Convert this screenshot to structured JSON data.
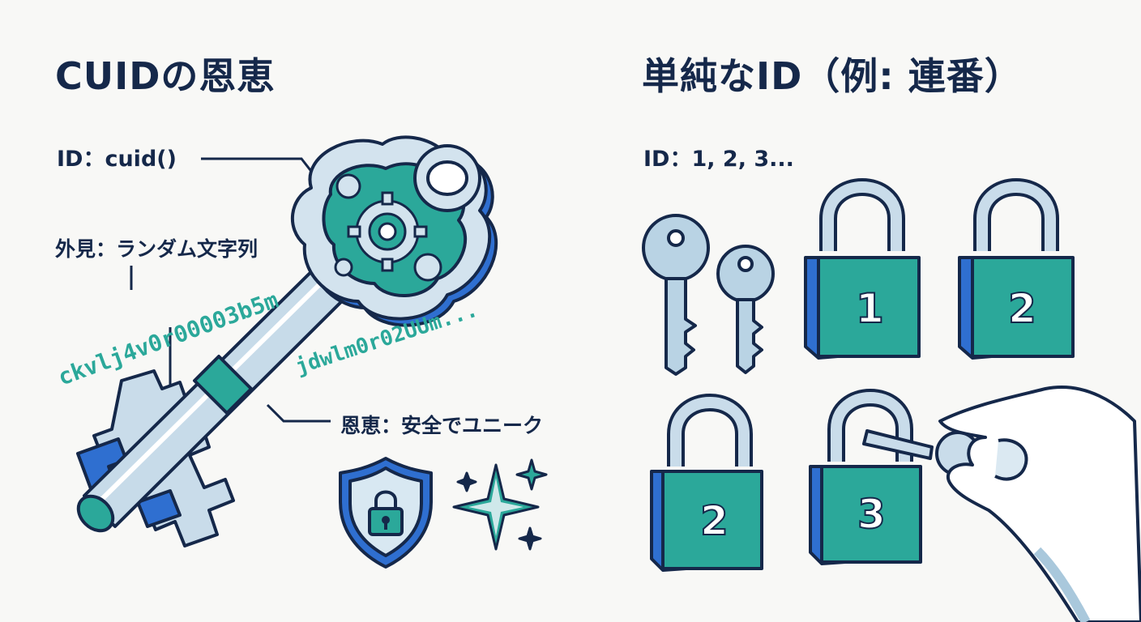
{
  "left": {
    "title": "CUIDの恩恵",
    "id_label": "ID：cuid()",
    "appearance_label": "外見：ランダム文字列",
    "cuid_part1": "ckvlj4v0r00003b5m",
    "cuid_part2": "jdwlm0r02UUm...",
    "benefit_label": "恩恵：安全でユニーク"
  },
  "right": {
    "title": "単純なID（例: 連番）",
    "id_label": "ID：1, 2, 3...",
    "locks": [
      {
        "number": "1"
      },
      {
        "number": "2"
      },
      {
        "number": "2"
      },
      {
        "number": "3"
      }
    ]
  },
  "colors": {
    "navy": "#15284a",
    "teal": "#2ba89a",
    "blue": "#2f6fd0",
    "steel": "#a9c8dc"
  }
}
